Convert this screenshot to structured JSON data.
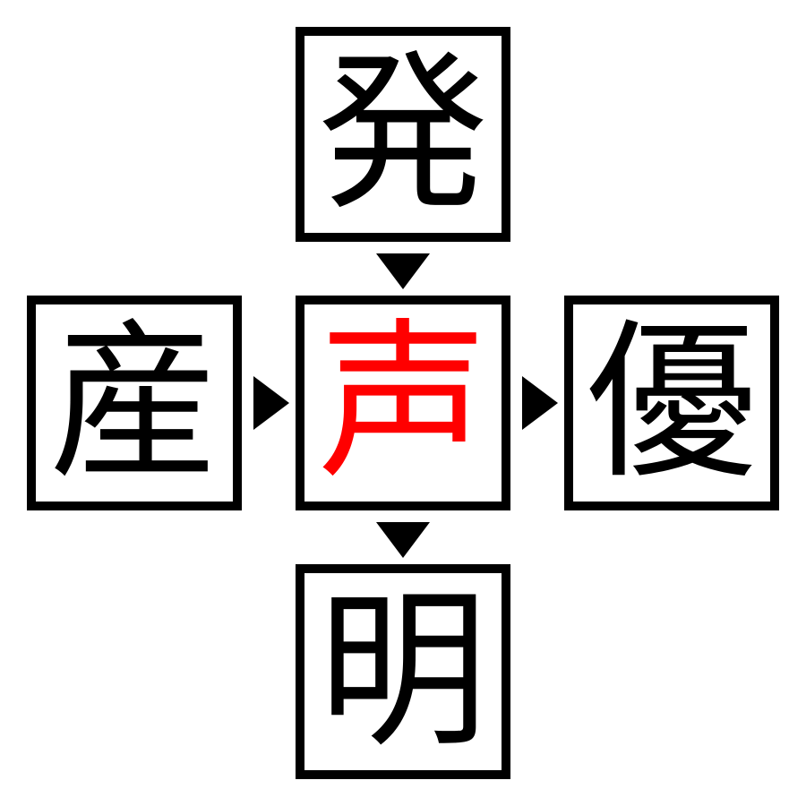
{
  "puzzle": {
    "top": {
      "char": "発"
    },
    "left": {
      "char": "産"
    },
    "center": {
      "char": "声",
      "color": "#ff0000"
    },
    "right": {
      "char": "優"
    },
    "bottom": {
      "char": "明"
    }
  },
  "colors": {
    "border": "#000000",
    "text": "#000000",
    "highlight": "#ff0000",
    "background": "#ffffff"
  },
  "arrows": [
    {
      "from": "top",
      "to": "center",
      "direction": "down"
    },
    {
      "from": "left",
      "to": "center",
      "direction": "right"
    },
    {
      "from": "center",
      "to": "right",
      "direction": "right"
    },
    {
      "from": "center",
      "to": "bottom",
      "direction": "down"
    }
  ]
}
